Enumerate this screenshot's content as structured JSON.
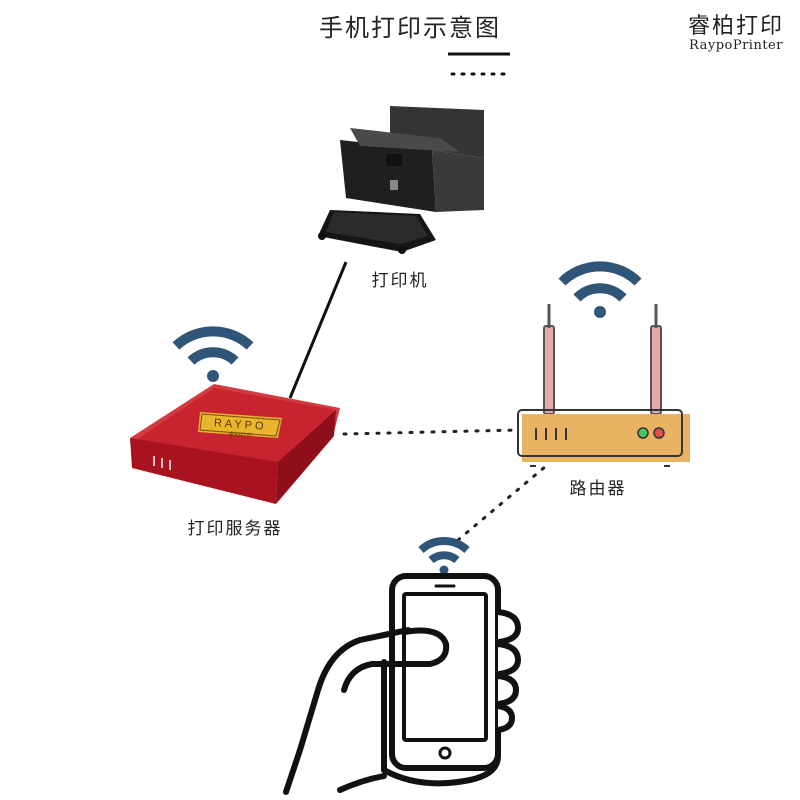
{
  "title": "手机打印示意图",
  "brand": {
    "name_cn": "睿柏打印",
    "name_en": "RaypoPrinter"
  },
  "devices": {
    "printer": {
      "label": "打印机"
    },
    "print_server": {
      "label": "打印服务器",
      "badge": "RAYPO",
      "badge_sub": "睿柏打印"
    },
    "router": {
      "label": "路由器"
    }
  },
  "colors": {
    "wifi": "#2f5578",
    "server_red": "#c0192a",
    "router_body": "#e8b464",
    "printer_body": "#2a2a2a",
    "badge_gold": "#e8b62c"
  }
}
